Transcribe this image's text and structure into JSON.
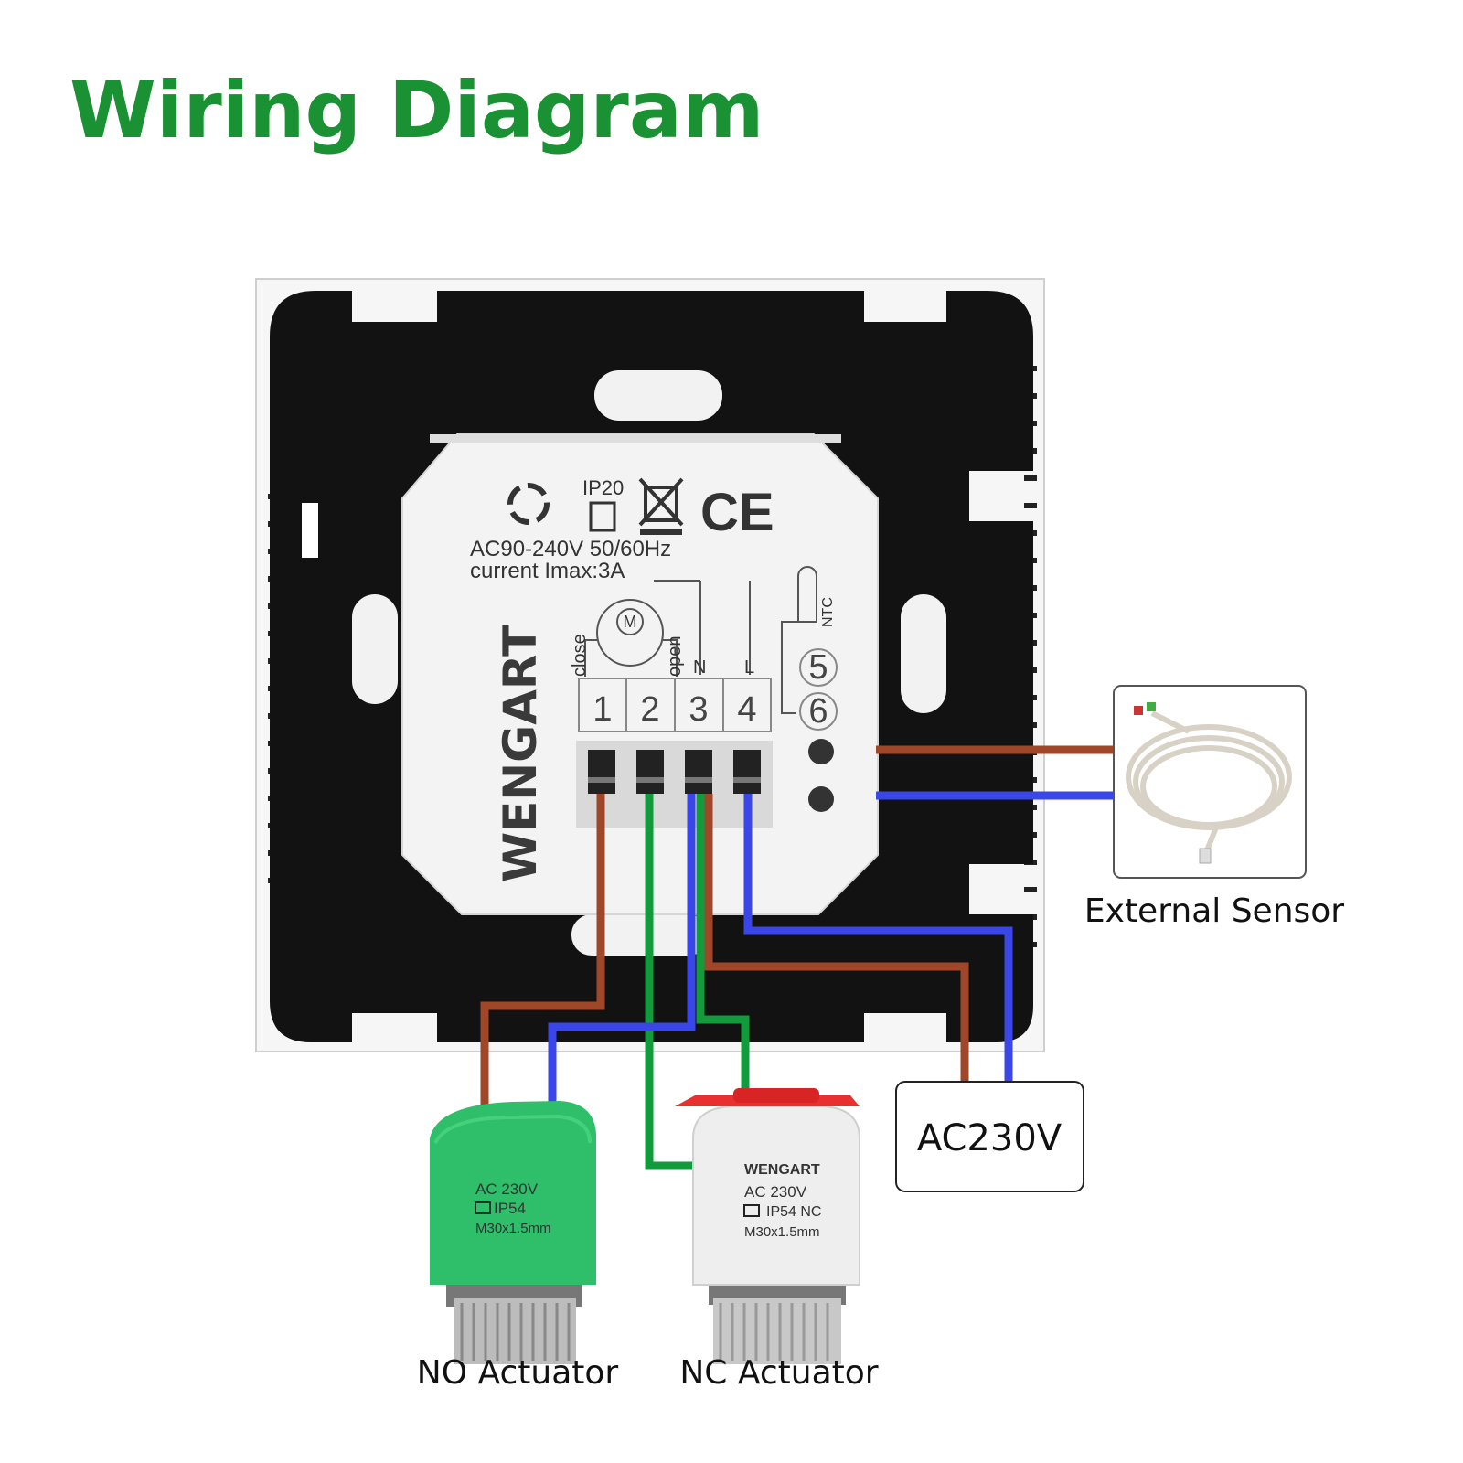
{
  "title": "Wiring Diagram",
  "device": {
    "brand": "WENGART",
    "ip_rating": "IP20",
    "ce_mark": "CE",
    "spec_line_1": "AC90-240V 50/60Hz",
    "spec_line_2": "current Imax:3A",
    "terminal_close": "close",
    "terminal_open": "open",
    "terminal_n": "N",
    "terminal_l": "L",
    "ntc": "NTC",
    "terminals": [
      "1",
      "2",
      "3",
      "4"
    ],
    "sensor_terminals": [
      "5",
      "6"
    ],
    "motor": "M"
  },
  "external_sensor": {
    "label": "External Sensor"
  },
  "power": {
    "label": "AC230V"
  },
  "no_actuator": {
    "label": "NO Actuator",
    "line_1": "AC 230V",
    "line_2": "IP54",
    "line_3": "M30x1.5mm",
    "color": "#2fbf6a"
  },
  "nc_actuator": {
    "label": "NC Actuator",
    "brand": "WENGART",
    "line_1": "AC 230V",
    "line_2": "IP54 NC",
    "line_3": "M30x1.5mm",
    "color": "#eeeeee"
  },
  "wire_colors": {
    "brown": "#a0472a",
    "blue": "#3b46e8",
    "green": "#129a3c"
  }
}
